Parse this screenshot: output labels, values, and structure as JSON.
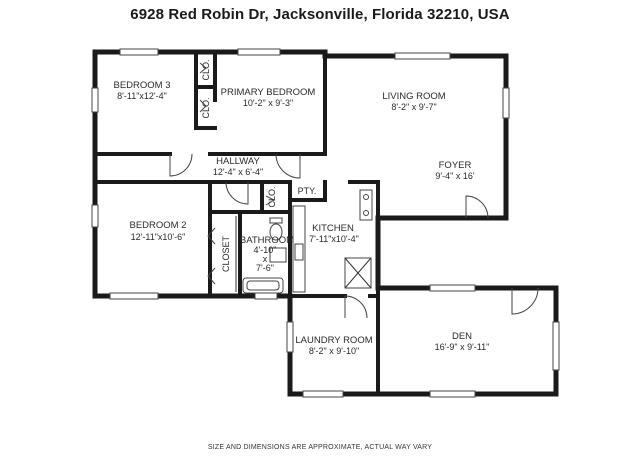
{
  "title": "6928 Red Robin Dr, Jacksonville, Florida 32210, USA",
  "disclaimer": "SIZE AND DIMENSIONS ARE APPROXIMATE, ACTUAL WAY VARY",
  "rooms": {
    "bedroom3": {
      "name": "BEDROOM 3",
      "dim": "8'-11\"x12'-4\""
    },
    "primary": {
      "name": "PRIMARY BEDROOM",
      "dim": "10'-2\" x  9'-3\""
    },
    "living": {
      "name": "LIVING ROOM",
      "dim": "8'-2\" x  9'-7\""
    },
    "foyer": {
      "name": "FOYER",
      "dim": "9'-4\"  x   16'"
    },
    "hallway": {
      "name": "HALLWAY",
      "dim": "12'-4\" x  6'-4\""
    },
    "bedroom2": {
      "name": "BEDROOM 2",
      "dim": "12'-11\"x10'-6\""
    },
    "bathroom": {
      "name": "BATHROOM",
      "dim1": "4'-10\"",
      "dim2": "x",
      "dim3": "7'-6\""
    },
    "kitchen": {
      "name": "KITCHEN",
      "dim": "7'-11\"x10'-4\""
    },
    "laundry": {
      "name": "LAUNDRY ROOM",
      "dim": "8'-2\" x 9'-10\""
    },
    "den": {
      "name": "DEN",
      "dim": "16'-9\" x 9'-11\""
    }
  },
  "closets": {
    "clo_a": "CLO.",
    "clo_b": "CLO.",
    "clo_c": "CLO.",
    "pantry": "PTY.",
    "closet": "CLOSET"
  }
}
